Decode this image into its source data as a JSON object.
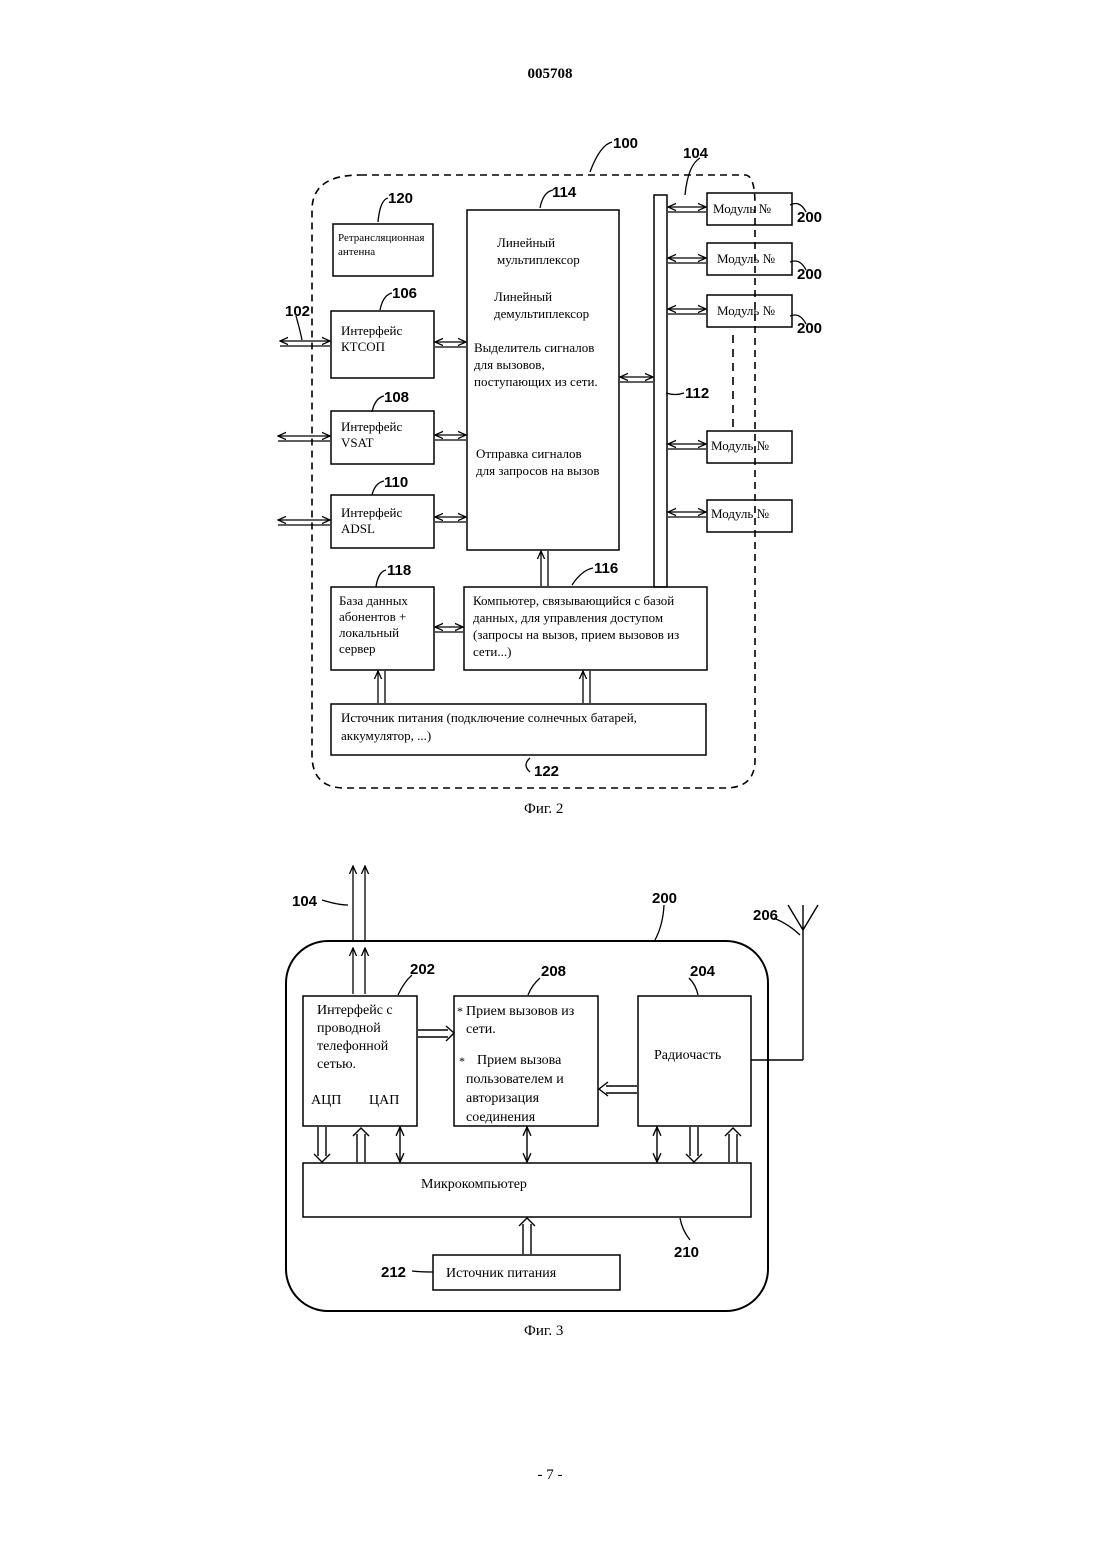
{
  "header": {
    "doc_number": "005708"
  },
  "footer": {
    "page_number": "- 7 -"
  },
  "fig2": {
    "caption": "Фиг. 2",
    "refs": {
      "r100": "100",
      "r104": "104",
      "r120": "120",
      "r114": "114",
      "r102": "102",
      "r106": "106",
      "r108": "108",
      "r110": "110",
      "r112": "112",
      "r118": "118",
      "r116": "116",
      "r122": "122",
      "r200a": "200",
      "r200b": "200",
      "r200c": "200"
    },
    "antenna": [
      "Ретрансляционная",
      "антенна"
    ],
    "pstn_interface": [
      "Интерфейс",
      "КТСОП"
    ],
    "vsat_interface": [
      "Интерфейс",
      "VSAT"
    ],
    "adsl_interface": [
      "Интерфейс",
      "ADSL"
    ],
    "multiplexer_block": {
      "mux": [
        "Линейный",
        "мультиплексор"
      ],
      "demux": [
        "Линейный",
        "демультиплексор"
      ],
      "signal_extractor": [
        "Выделитель сигналов",
        "для вызовов,",
        "поступающих из сети."
      ],
      "signal_sender": [
        "Отправка сигналов",
        "для запросов на вызов"
      ]
    },
    "subscriber_db": [
      "База данных",
      "абонентов +",
      "локальный",
      "сервер"
    ],
    "access_computer": [
      "Компьютер, связывающийся с базой",
      "данных, для управления доступом",
      "(запросы на вызов, прием вызовов из",
      "сети...)"
    ],
    "power_supply": [
      "Источник питания (подключение солнечных батарей,",
      "аккумулятор, ...)"
    ],
    "module_label": "Модуль №"
  },
  "fig3": {
    "caption": "Фиг. 3",
    "refs": {
      "r104": "104",
      "r200": "200",
      "r206": "206",
      "r202": "202",
      "r208": "208",
      "r204": "204",
      "r210": "210",
      "r212": "212"
    },
    "wired_interface": [
      "Интерфейс с",
      "проводной",
      "телефонной",
      "сетью."
    ],
    "adc": "АЦП",
    "dac": "ЦАП",
    "call_block": {
      "item1": [
        "Прием вызовов из",
        "сети."
      ],
      "item2": [
        "Прием вызова",
        "пользователем и",
        "авторизация",
        "соединения"
      ],
      "bullet": "*"
    },
    "radio": "Радиочасть",
    "microcomputer": "Микрокомпьютер",
    "power_supply": "Источник питания"
  }
}
